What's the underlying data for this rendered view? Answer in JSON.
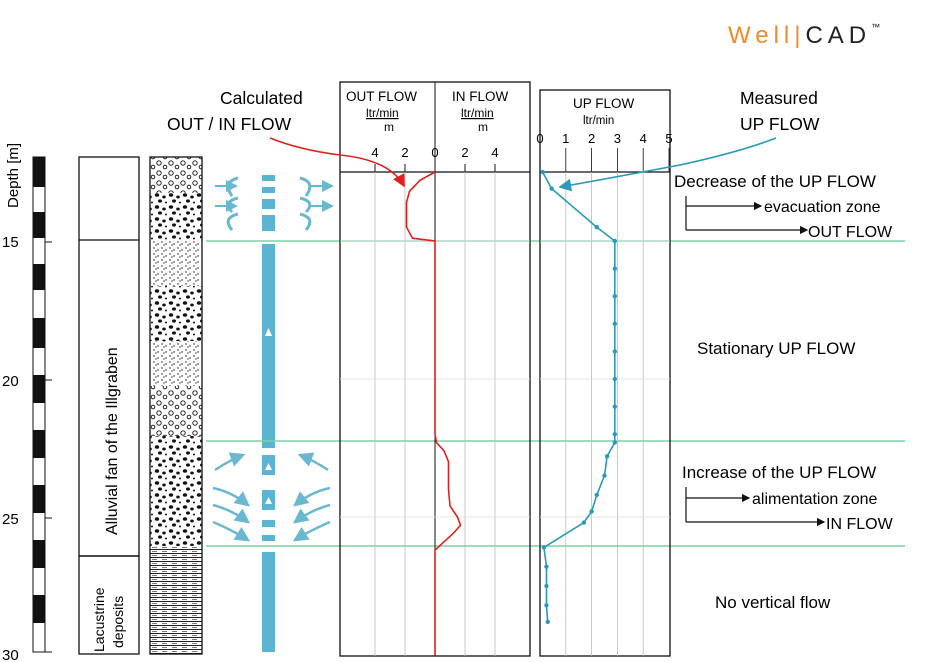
{
  "logo": {
    "part1": "Well",
    "part2": "CAD",
    "tm": "™",
    "color": "#f08a2a"
  },
  "depth_axis": {
    "label": "Depth [m]",
    "ticks": [
      "15",
      "20",
      "25",
      "30"
    ]
  },
  "geology": {
    "upper_unit": "Alluvial fan of the  Illgraben",
    "lower_unit_line1": "Lacustrine",
    "lower_unit_line2": "deposits"
  },
  "flow_track": {
    "out_title": "OUT FLOW",
    "in_title": "IN FLOW",
    "unit_top": "ltr/min",
    "unit_bottom": "m",
    "out_ticks": [
      "4",
      "2",
      "0"
    ],
    "in_ticks": [
      "2",
      "4"
    ],
    "color": "#e02020"
  },
  "upflow_track": {
    "title": "UP FLOW",
    "unit": "ltr/min",
    "ticks": [
      "0",
      "1",
      "2",
      "3",
      "4",
      "5"
    ],
    "color": "#2a9ab8"
  },
  "annotations": {
    "calculated_line1": "Calculated",
    "calculated_line2": "OUT / IN FLOW",
    "measured_line1": "Measured",
    "measured_line2": "UP FLOW",
    "decrease": "Decrease of the UP FLOW",
    "evacuation": "evacuation zone",
    "out_flow": "OUT FLOW",
    "stationary": "Stationary UP FLOW",
    "increase": "Increase of the UP FLOW",
    "alimentation": "alimentation zone",
    "in_flow": "IN FLOW",
    "no_flow": "No vertical flow"
  },
  "chart_data": {
    "type": "line",
    "depth_range_m": [
      12.5,
      30
    ],
    "zone_boundaries_m": [
      15,
      22.3,
      26.1
    ],
    "up_flow": {
      "depth_m": [
        12.5,
        13.1,
        14.5,
        15,
        16,
        17,
        18,
        19,
        20,
        21,
        22,
        22.3,
        22.8,
        23.5,
        24.2,
        24.8,
        25.2,
        26.1,
        26.8,
        27.5,
        28.2,
        28.8
      ],
      "ltr_per_min": [
        0.1,
        0.45,
        2.2,
        2.9,
        2.9,
        2.9,
        2.9,
        2.9,
        2.9,
        2.9,
        2.9,
        2.9,
        2.6,
        2.5,
        2.2,
        2.0,
        1.7,
        0.15,
        0.25,
        0.25,
        0.25,
        0.3
      ]
    },
    "out_in_flow": {
      "depth_m": [
        12.5,
        12.8,
        13.2,
        13.6,
        14.0,
        14.5,
        14.9,
        15.0,
        15.5,
        22.0,
        22.3,
        22.6,
        23.0,
        24.0,
        24.6,
        25.0,
        25.3,
        25.6,
        25.9,
        26.2,
        30
      ],
      "ltr_per_min": [
        0,
        -1.0,
        -1.7,
        -1.9,
        -1.9,
        -1.9,
        -1.5,
        0,
        0,
        0,
        0.1,
        0.6,
        0.9,
        0.9,
        1.0,
        1.5,
        1.7,
        1.2,
        0.6,
        0,
        0
      ]
    }
  }
}
